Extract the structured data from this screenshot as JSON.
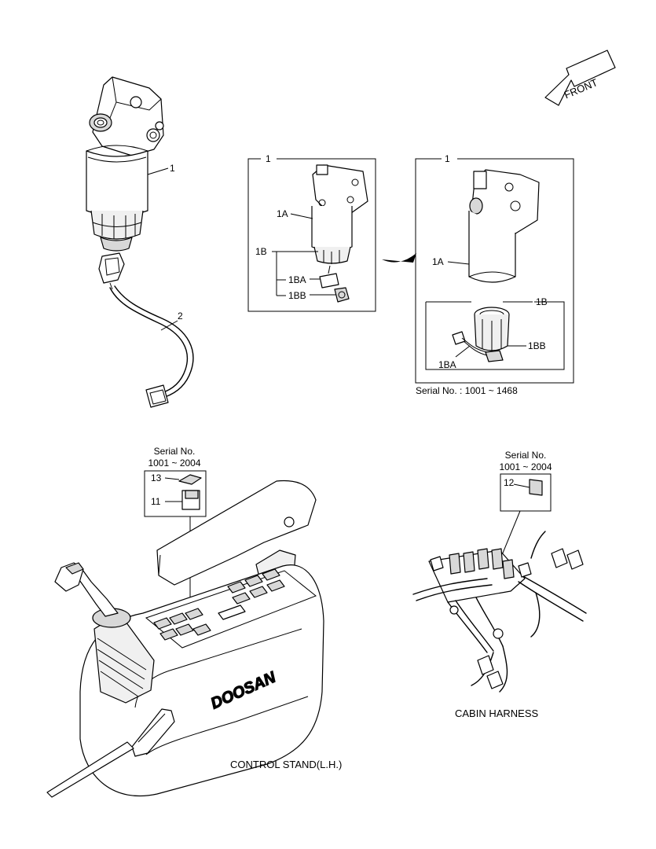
{
  "direction_arrow": {
    "label": "FRONT"
  },
  "fuel_filter_main": {
    "callouts": {
      "filter": "1",
      "hose": "2"
    }
  },
  "inset_small": {
    "title": "1",
    "callouts": {
      "head": "1A",
      "bowl": "1B",
      "sensor": "1BA",
      "plug": "1BB"
    }
  },
  "inset_large": {
    "title": "1",
    "callouts": {
      "head": "1A",
      "bowl": "1B",
      "plug": "1BB",
      "sensor": "1BA"
    },
    "serial_note": "Serial No. : 1001 ~ 1468"
  },
  "control_stand": {
    "serial_heading": "Serial No.",
    "serial_range": "1001 ~ 2004",
    "callouts": {
      "cover": "13",
      "switch": "11"
    },
    "brand": "DOOSAN",
    "caption": "CONTROL STAND(L.H.)"
  },
  "cabin_harness": {
    "serial_heading": "Serial No.",
    "serial_range": "1001 ~ 2004",
    "callouts": {
      "relay": "12"
    },
    "caption": "CABIN HARNESS"
  }
}
